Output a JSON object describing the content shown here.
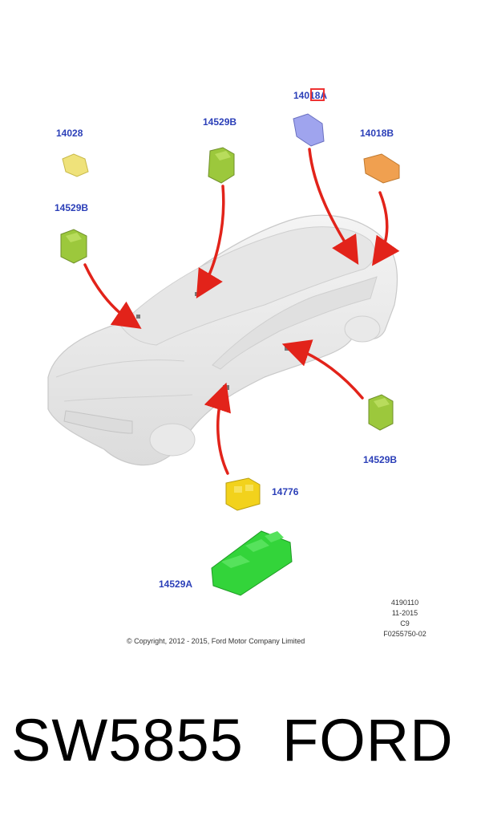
{
  "callouts": {
    "part_14018A": "14018A",
    "part_14028": "14028",
    "part_14529B_top": "14529B",
    "part_14018B": "14018B",
    "part_14529B_left": "14529B",
    "part_14529B_right": "14529B",
    "part_14776": "14776",
    "part_14529A": "14529A"
  },
  "document": {
    "codes": [
      "4190110",
      "11-2015",
      "C9",
      "F0255750-02"
    ],
    "copyright": "© Copyright, 2012 - 2015, Ford Motor Company Limited"
  },
  "caption": {
    "part_number": "SW5855",
    "brand": "FORD"
  },
  "colors": {
    "callout_text": "#2b3fb8",
    "arrow": "#e2231a",
    "switch_green_light": "#9cc83c",
    "switch_green_bright": "#33d43a",
    "switch_yellow": "#f2d21c",
    "switch_yellow_light": "#efe27a",
    "switch_orange": "#f0a050",
    "switch_lavender": "#9fa4ee",
    "car_body": "#ebebeb"
  }
}
